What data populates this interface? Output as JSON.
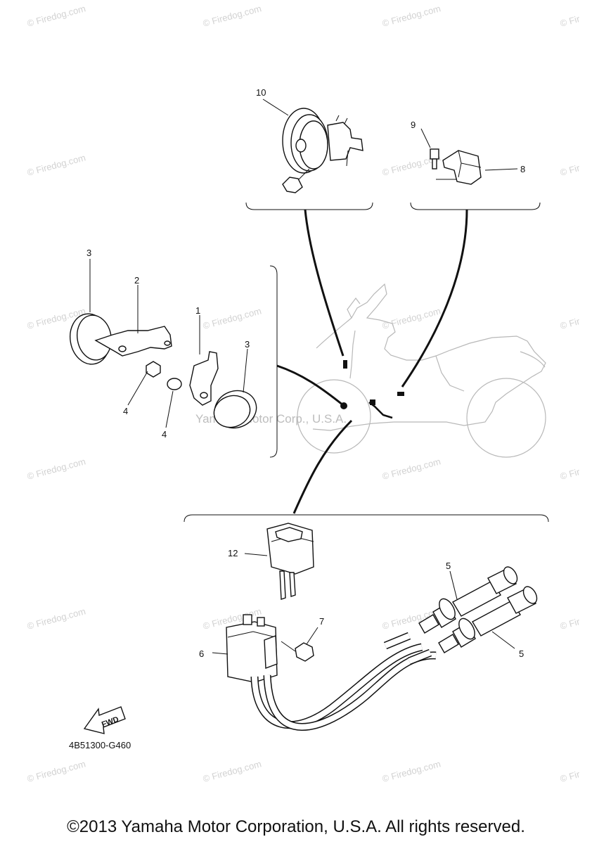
{
  "watermark": {
    "text": "© Firedog.com",
    "partial_text": "© Fir"
  },
  "center_watermark": "Yamaha Motor Corp., U.S.A.",
  "callouts": {
    "c1": "1",
    "c2": "2",
    "c3a": "3",
    "c3b": "3",
    "c4a": "4",
    "c4b": "4",
    "c5a": "5",
    "c5b": "5",
    "c6": "6",
    "c7": "7",
    "c8": "8",
    "c9": "9",
    "c10": "10",
    "c12": "12"
  },
  "fwd_label": "FWD",
  "diagram_code": "4B51300-G460",
  "copyright": "©2013 Yamaha Motor Corporation, U.S.A. All rights reserved.",
  "colors": {
    "ink": "#111111",
    "watermark": "#d2d2d2",
    "bike_outline": "#b8b8b8"
  }
}
